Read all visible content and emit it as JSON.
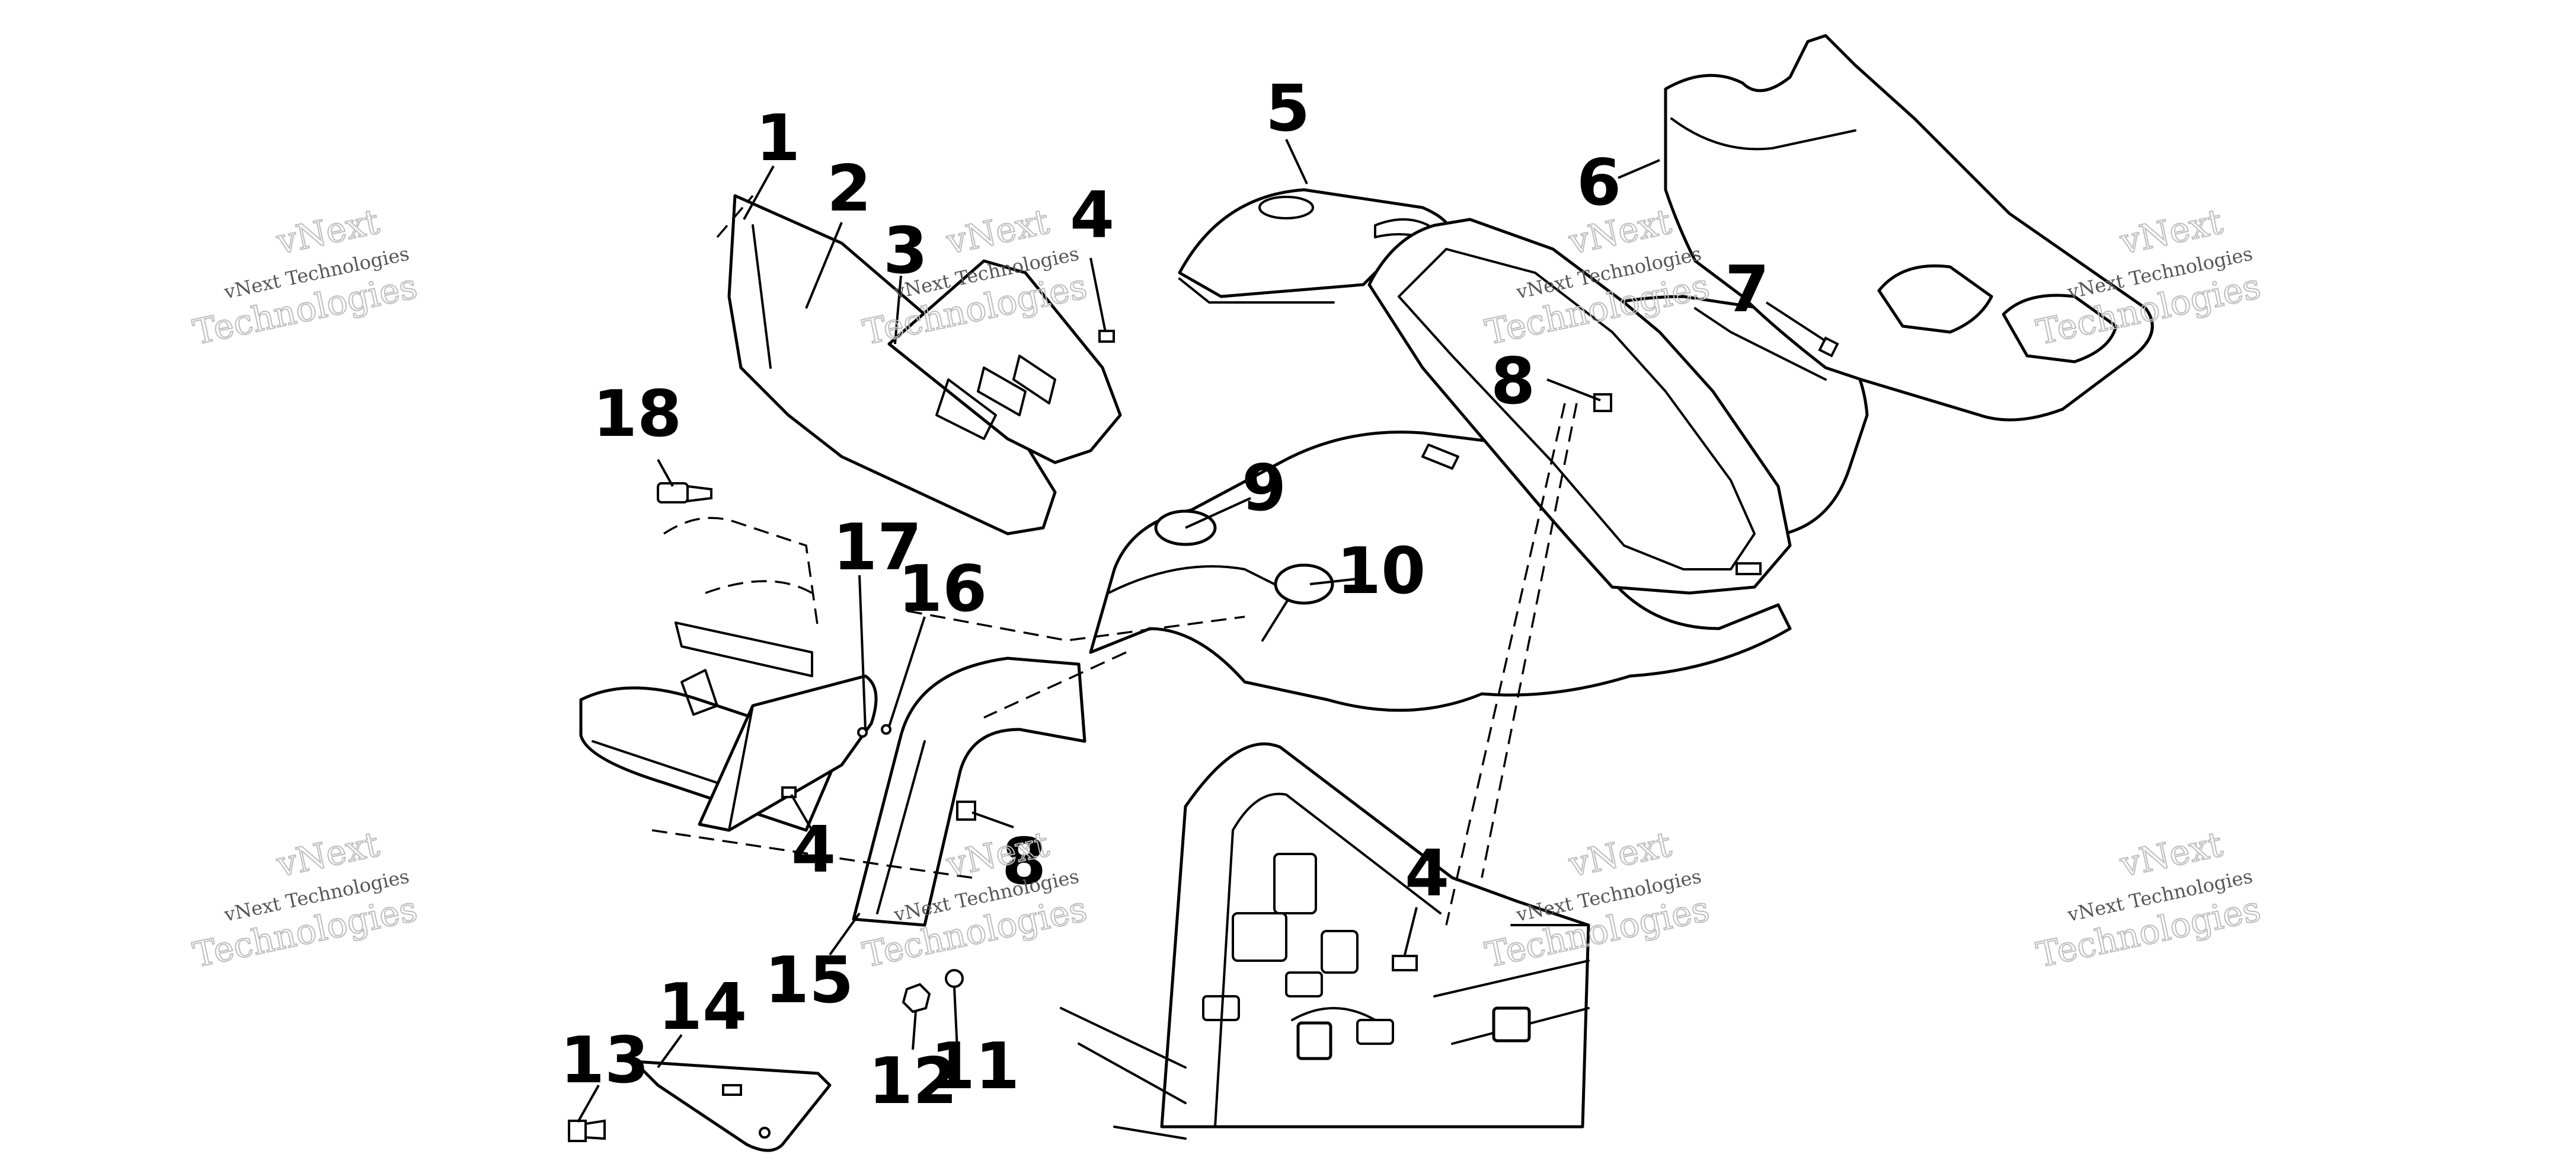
{
  "callouts": [
    "1",
    "2",
    "3",
    "4",
    "5",
    "6",
    "7",
    "8",
    "9",
    "10",
    "17",
    "16",
    "18",
    "4",
    "8",
    "4",
    "15",
    "14",
    "13",
    "12",
    "11"
  ],
  "watermark": {
    "line1": "vNext",
    "line2": "vNext Technologies",
    "line3": "Technologies"
  },
  "colors": {
    "ink": "#000000",
    "paper": "#ffffff",
    "watermark": "#bdbdbd"
  }
}
